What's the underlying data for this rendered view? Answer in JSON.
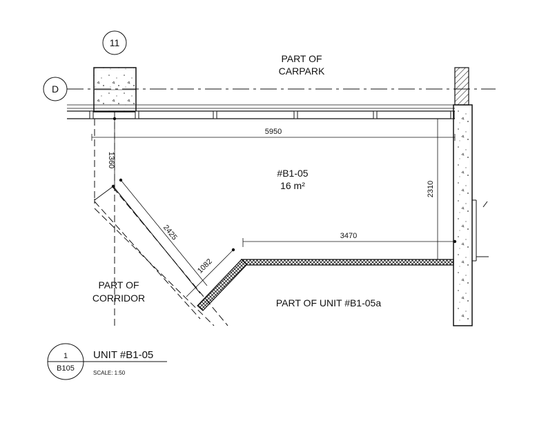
{
  "grid": {
    "column_tag": "11",
    "row_tag": "D"
  },
  "labels": {
    "carpark_line1": "PART OF",
    "carpark_line2": "CARPARK",
    "unit_id": "#B1-05",
    "unit_area": "16 m²",
    "corridor_line1": "PART OF",
    "corridor_line2": "CORRIDOR",
    "adjacent_unit": "PART OF UNIT #B1-05a"
  },
  "dimensions": {
    "overall_width": "5950",
    "left_height": "1360",
    "right_height": "2310",
    "diagonal": "2425",
    "offset": "1082",
    "lower_width": "3470"
  },
  "title_block": {
    "drawing_number": "1",
    "sheet": "B105",
    "title": "UNIT #B1-05",
    "scale": "SCALE: 1:50"
  }
}
